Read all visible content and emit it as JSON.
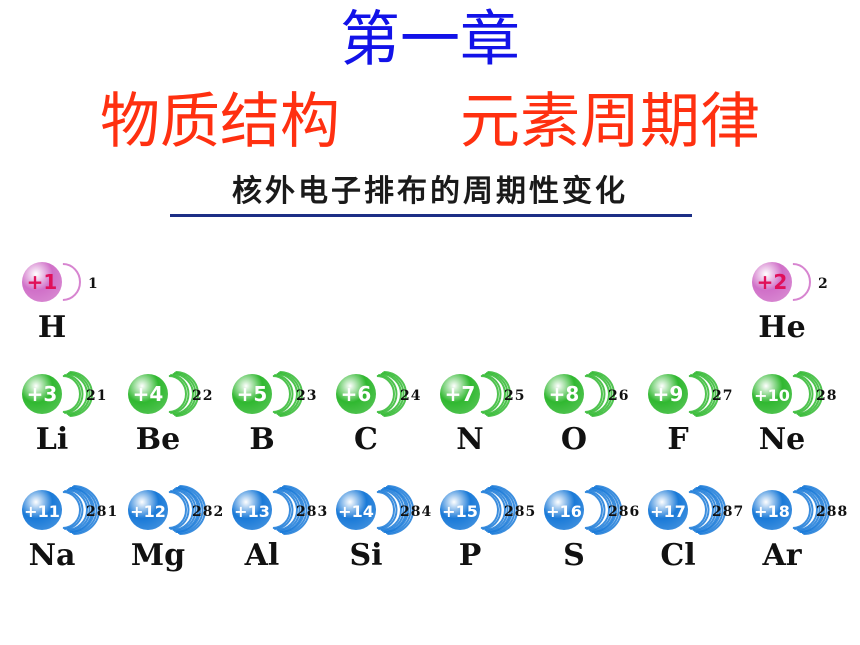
{
  "title": "第一章",
  "subtitle": "物质结构　　元素周期律",
  "caption": "核外电子排布的周期性变化",
  "colors": {
    "title": "#1212e8",
    "subtitle": "#ff3010",
    "period1": "#d070c8",
    "period2": "#30b830",
    "period3": "#1a7ad8"
  },
  "elements": [
    {
      "symbol": "H",
      "charge": "+1",
      "shells": "1",
      "period": 1
    },
    {
      "symbol": "He",
      "charge": "+2",
      "shells": "2",
      "period": 1
    },
    {
      "symbol": "Li",
      "charge": "+3",
      "shells": "21",
      "period": 2
    },
    {
      "symbol": "Be",
      "charge": "+4",
      "shells": "22",
      "period": 2
    },
    {
      "symbol": "B",
      "charge": "+5",
      "shells": "23",
      "period": 2
    },
    {
      "symbol": "C",
      "charge": "+6",
      "shells": "24",
      "period": 2
    },
    {
      "symbol": "N",
      "charge": "+7",
      "shells": "25",
      "period": 2
    },
    {
      "symbol": "O",
      "charge": "+8",
      "shells": "26",
      "period": 2
    },
    {
      "symbol": "F",
      "charge": "+9",
      "shells": "27",
      "period": 2
    },
    {
      "symbol": "Ne",
      "charge": "+10",
      "shells": "28",
      "period": 2
    },
    {
      "symbol": "Na",
      "charge": "+11",
      "shells": "281",
      "period": 3
    },
    {
      "symbol": "Mg",
      "charge": "+12",
      "shells": "282",
      "period": 3
    },
    {
      "symbol": "Al",
      "charge": "+13",
      "shells": "283",
      "period": 3
    },
    {
      "symbol": "Si",
      "charge": "+14",
      "shells": "284",
      "period": 3
    },
    {
      "symbol": "P",
      "charge": "+15",
      "shells": "285",
      "period": 3
    },
    {
      "symbol": "S",
      "charge": "+16",
      "shells": "286",
      "period": 3
    },
    {
      "symbol": "Cl",
      "charge": "+17",
      "shells": "287",
      "period": 3
    },
    {
      "symbol": "Ar",
      "charge": "+18",
      "shells": "288",
      "period": 3
    }
  ]
}
